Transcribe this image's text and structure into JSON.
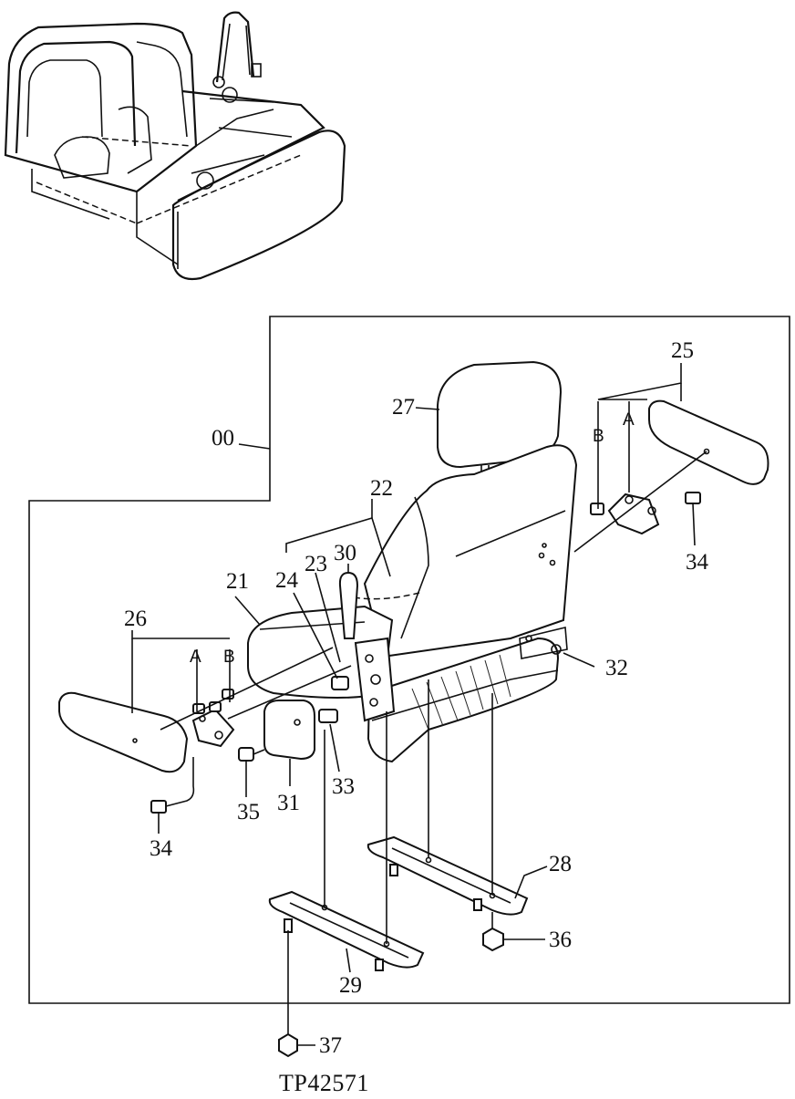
{
  "diagram": {
    "caption": "TP42571",
    "callouts": [
      {
        "id": "c00",
        "text": "00"
      },
      {
        "id": "c21",
        "text": "21"
      },
      {
        "id": "c22",
        "text": "22"
      },
      {
        "id": "c23",
        "text": "23"
      },
      {
        "id": "c24",
        "text": "24"
      },
      {
        "id": "c25",
        "text": "25"
      },
      {
        "id": "c26",
        "text": "26"
      },
      {
        "id": "c27",
        "text": "27"
      },
      {
        "id": "c28",
        "text": "28"
      },
      {
        "id": "c29",
        "text": "29"
      },
      {
        "id": "c30",
        "text": "30"
      },
      {
        "id": "c31",
        "text": "31"
      },
      {
        "id": "c32",
        "text": "32"
      },
      {
        "id": "c33",
        "text": "33"
      },
      {
        "id": "c34a",
        "text": "34"
      },
      {
        "id": "c34b",
        "text": "34"
      },
      {
        "id": "c35",
        "text": "35"
      },
      {
        "id": "c36",
        "text": "36"
      },
      {
        "id": "c37",
        "text": "37"
      }
    ],
    "sub_labels": [
      {
        "id": "a_right",
        "text": "A"
      },
      {
        "id": "b_right",
        "text": "B"
      },
      {
        "id": "a_left",
        "text": "A"
      },
      {
        "id": "b_left",
        "text": "B"
      }
    ]
  }
}
